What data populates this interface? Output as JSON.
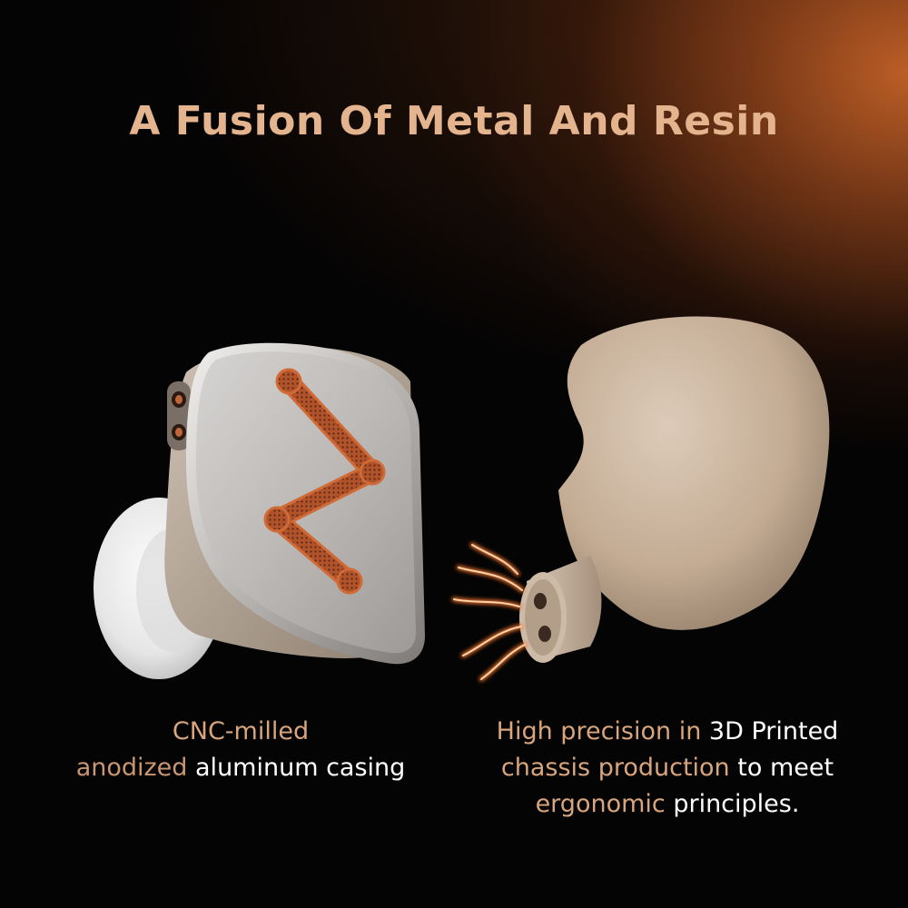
{
  "headline": "A Fusion Of Metal And Resin",
  "left_caption": {
    "line1": "CNC-milled",
    "line2_a": "anodized ",
    "line2_b": "aluminum casing"
  },
  "right_caption": {
    "line1_a": "High precision in ",
    "line1_b": "3D Printed",
    "line2_a": "chassis production ",
    "line2_b": "to meet",
    "line3_a": "ergonomic ",
    "line3_b": "principles."
  },
  "colors": {
    "headline": "#e4b48f",
    "accent_copper": "#c8663a",
    "faceplate_silver": "#b9b6b4",
    "shell_beige": "#c5ad95",
    "background": "#050404"
  }
}
